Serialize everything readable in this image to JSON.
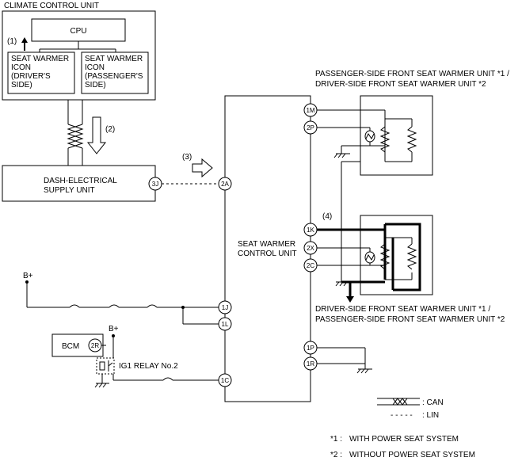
{
  "climate_control_unit": {
    "title": "CLIMATE CONTROL UNIT",
    "cpu_label": "CPU",
    "signal_marker": "(1)",
    "driver_icon_lines": [
      "SEAT WARMER",
      "ICON",
      "(DRIVER'S",
      "SIDE)"
    ],
    "passenger_icon_lines": [
      "SEAT WARMER",
      "ICON",
      "(PASSENGER'S",
      "SIDE)"
    ]
  },
  "can_marker": "(2)",
  "lin_marker": "(3)",
  "dash_electrical": {
    "lines": [
      "DASH-ELECTRICAL",
      "SUPPLY UNIT"
    ],
    "connector": "3J"
  },
  "seat_warmer_control": {
    "lines": [
      "SEAT WARMER",
      "CONTROL UNIT"
    ],
    "connectors": {
      "1M": "1M",
      "2P": "2P",
      "2A": "2A",
      "1K": "1K",
      "2X": "2X",
      "2C": "2C",
      "1J": "1J",
      "1L": "1L",
      "1P": "1P",
      "1R": "1R",
      "1C": "1C"
    }
  },
  "upper_unit_label": [
    "PASSENGER-SIDE FRONT SEAT WARMER UNIT *1 /",
    "DRIVER-SIDE FRONT SEAT WARMER UNIT *2"
  ],
  "lower_unit_marker": "(4)",
  "lower_unit_label": [
    "DRIVER-SIDE FRONT SEAT WARMER UNIT *1  /",
    "PASSENGER-SIDE FRONT SEAT WARMER UNIT *2"
  ],
  "b_plus": "B+",
  "bcm": {
    "label": "BCM",
    "connector": "2R"
  },
  "ig1_relay": "IG1 RELAY No.2",
  "legend": {
    "can": ": CAN",
    "lin_dashes": "- - - - -",
    "lin": ": LIN"
  },
  "notes": [
    {
      "mark": "*1 :",
      "text": "WITH POWER SEAT SYSTEM"
    },
    {
      "mark": "*2 :",
      "text": "WITHOUT POWER SEAT SYSTEM"
    }
  ]
}
